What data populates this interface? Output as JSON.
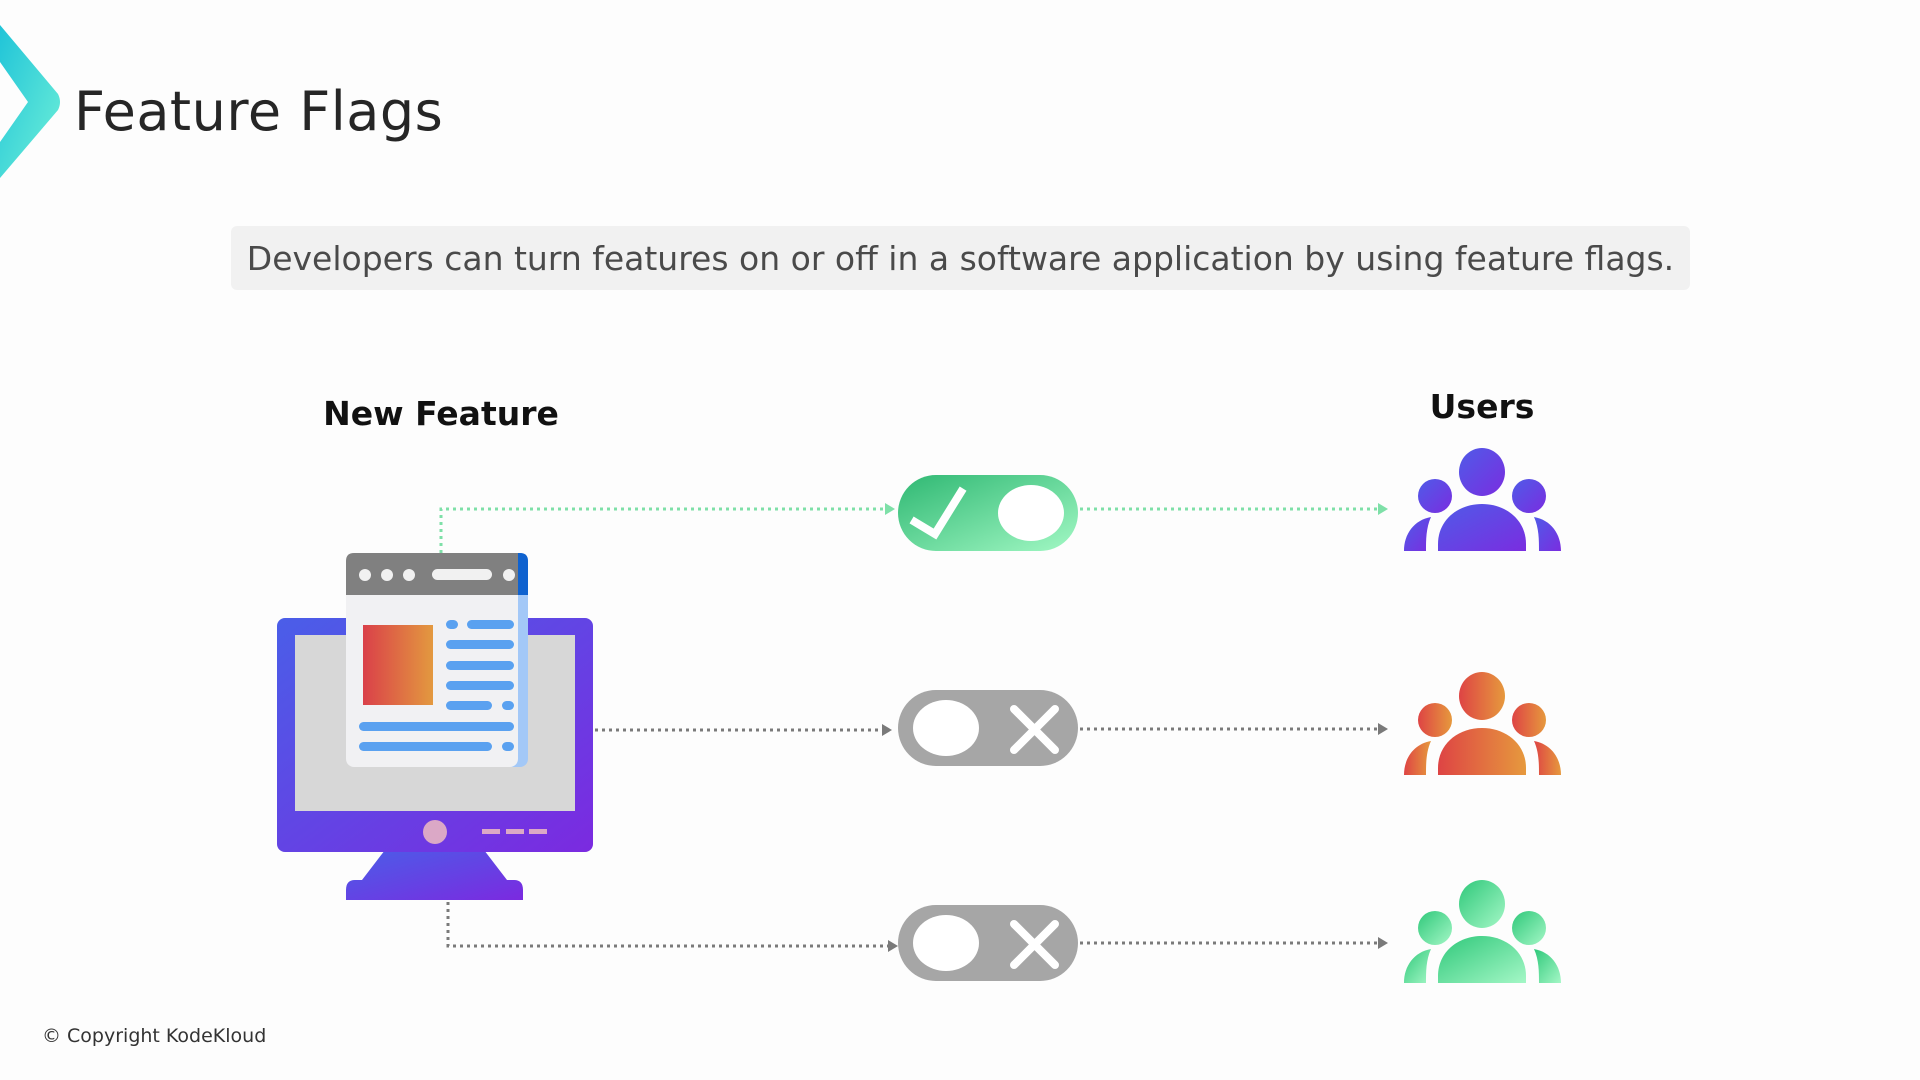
{
  "header": {
    "title": "Feature Flags",
    "logo_icon": "chevron-logo-icon"
  },
  "subtitle": "Developers can turn features on or off in a software application by using feature flags.",
  "diagram": {
    "source_label": "New Feature",
    "target_label": "Users",
    "flags": [
      {
        "state": "on",
        "color": "#3cc87e"
      },
      {
        "state": "off",
        "color": "#a6a6a6"
      },
      {
        "state": "off",
        "color": "#a6a6a6"
      }
    ],
    "user_groups": [
      {
        "colors": [
          "#4f5be8",
          "#7a2de0"
        ]
      },
      {
        "colors": [
          "#de4444",
          "#e6993d"
        ]
      },
      {
        "colors": [
          "#2fc87a",
          "#9bf5c0"
        ]
      }
    ]
  },
  "footer": {
    "copyright": "© Copyright KodeKloud"
  }
}
